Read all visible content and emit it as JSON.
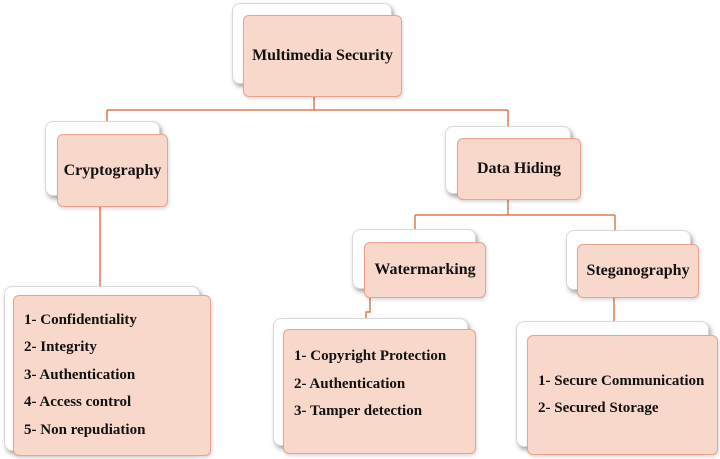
{
  "root": {
    "label": "Multimedia Security"
  },
  "cryptography": {
    "label": "Cryptography",
    "items": [
      "1- Confidentiality",
      "2- Integrity",
      "3- Authentication",
      "4- Access control",
      "5- Non repudiation"
    ]
  },
  "data_hiding": {
    "label": "Data Hiding",
    "watermarking": {
      "label": "Watermarking",
      "items": [
        "1- Copyright Protection",
        "2- Authentication",
        "3- Tamper detection"
      ]
    },
    "steganography": {
      "label": "Steganography",
      "items": [
        "1- Secure Communication",
        "2- Secured Storage"
      ]
    }
  },
  "colors": {
    "box_fill": "#f9d8cc",
    "box_border": "#e8a48c",
    "connector": "#e07a4f"
  }
}
